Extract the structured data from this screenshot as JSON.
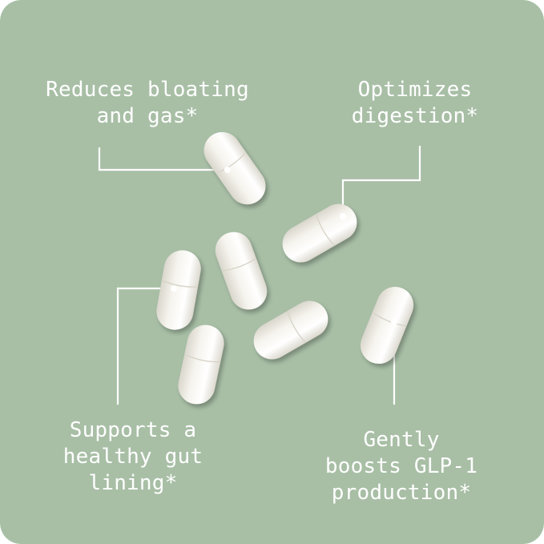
{
  "background_color": "#a8bfa6",
  "capsule_color": "#f2efe6",
  "connector_color": "#ffffff",
  "callouts": [
    {
      "id": "bloating",
      "lines": [
        "Reduces bloating",
        "and gas*"
      ]
    },
    {
      "id": "digestion",
      "lines": [
        "Optimizes",
        "digestion*"
      ]
    },
    {
      "id": "gut-lining",
      "lines": [
        "Supports a",
        "healthy gut",
        "lining*"
      ]
    },
    {
      "id": "glp1",
      "lines": [
        "Gently",
        "boosts GLP-1",
        "production*"
      ]
    }
  ]
}
